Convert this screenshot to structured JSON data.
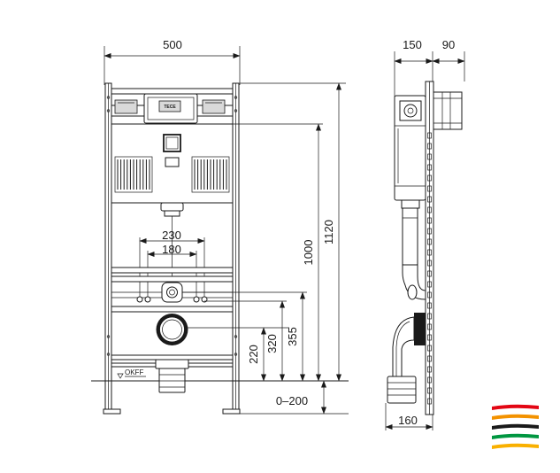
{
  "dimensions": {
    "width_total": "500",
    "side_depth": "150",
    "side_offset": "90",
    "height_1120": "1120",
    "height_1000": "1000",
    "spacing_230": "230",
    "spacing_180": "180",
    "height_220": "220",
    "height_320": "320",
    "height_355": "355",
    "range_0_200": "0–200",
    "bottom_160": "160"
  },
  "labels": {
    "floor_level": "OKFF",
    "brand_plate": "TECE"
  },
  "logo": {
    "stripe_colors": [
      "#e30613",
      "#f39200",
      "#1a1a1a",
      "#009640",
      "#f9b000"
    ]
  }
}
